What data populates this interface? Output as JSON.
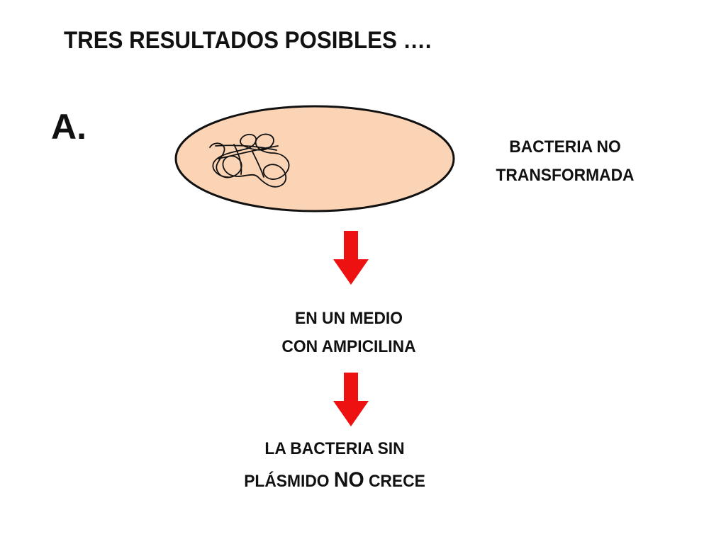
{
  "slide": {
    "title": "TRES RESULTADOS POSIBLES ….",
    "section_label": "A.",
    "cell": {
      "fill_color": "#fbd3b5",
      "outline_color": "#111111",
      "plasmid": "none",
      "dna_shape": "tangled-chromosome"
    },
    "cell_label": {
      "line1": "BACTERIA NO",
      "line2": "TRANSFORMADA"
    },
    "arrow_color": "#ee1111",
    "condition": {
      "line1": "EN UN MEDIO",
      "line2": "CON AMPICILINA"
    },
    "result": {
      "line1": "LA BACTERIA SIN",
      "line2_prefix": "PLÁSMIDO ",
      "line2_emphasis": "NO",
      "line2_suffix": " CRECE"
    }
  }
}
